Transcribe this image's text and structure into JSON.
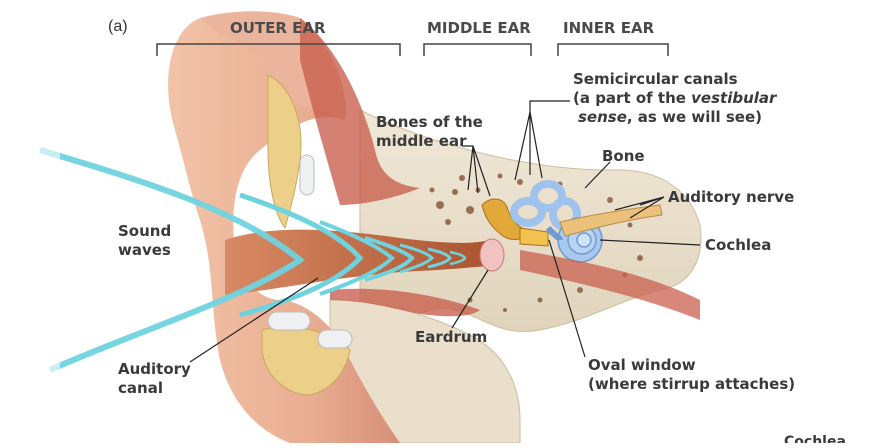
{
  "figure_label": "(a)",
  "sections": {
    "outer": "OUTER EAR",
    "middle": "MIDDLE EAR",
    "inner": "INNER EAR"
  },
  "labels": {
    "semicircular": {
      "line1": "Semicircular canals",
      "line2_pre": "(a part of the ",
      "line2_em": "vestibular",
      "line3_em": "sense",
      "line3_post": ", as we will see)"
    },
    "bones_middle_ear": {
      "line1": "Bones of the",
      "line2": "middle ear"
    },
    "bone": "Bone",
    "auditory_nerve": "Auditory nerve",
    "cochlea": "Cochlea",
    "sound_waves": {
      "line1": "Sound",
      "line2": "waves"
    },
    "eardrum": "Eardrum",
    "oval_window": {
      "line1": "Oval window",
      "line2": "(where stirrup attaches)"
    },
    "auditory_canal": {
      "line1": "Auditory",
      "line2": "canal"
    },
    "cut_off": "Cochlea"
  }
}
